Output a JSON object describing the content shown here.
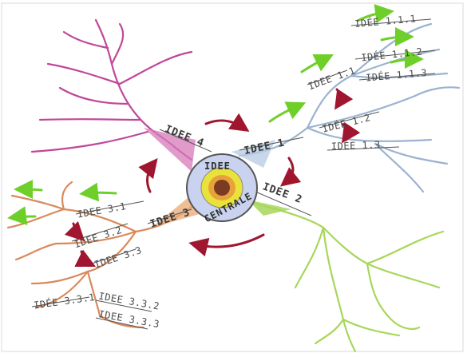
{
  "center": {
    "line1": "IDEE",
    "line2": "CENTRALE"
  },
  "branches": {
    "b1": {
      "label": "IDEE 1",
      "color": "#9bb3cf"
    },
    "b2": {
      "label": "IDEE 2",
      "color": "#a8d65a"
    },
    "b3": {
      "label": "IDEE 3",
      "color": "#d9895a"
    },
    "b4": {
      "label": "IDEE 4",
      "color": "#c0479a"
    }
  },
  "sub": {
    "i11": "IDEE 1.1",
    "i111": "IDÉE 1.1.1",
    "i112": "IDÉE 1.1.2",
    "i113": "IDÉE 1.1.3",
    "i12": "IDÉE 1.2",
    "i13": "IDÉE 1.3",
    "i31": "IDEE 3.1",
    "i32": "IDEE 3.2",
    "i33": "IDEE 3.3",
    "i331": "IDÉE 3.3.1",
    "i332": "IDEE 3.3.2",
    "i333": "IDEE 3.3.3"
  },
  "colors": {
    "arrow_red": "#a0162e",
    "arrow_green": "#6fcf2a",
    "core_yellow": "#e9e23a",
    "core_orange": "#e8a23a",
    "core_blue": "#8fa3d6",
    "nucleus": "#7a3b22"
  }
}
